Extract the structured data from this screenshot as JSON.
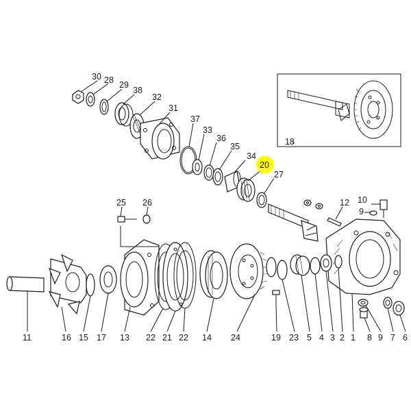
{
  "callouts": {
    "p1": "1",
    "p2": "2",
    "p3": "3",
    "p4": "4",
    "p5": "5",
    "p6": "6",
    "p7": "7",
    "p8": "8",
    "p9a": "9",
    "p9b": "9",
    "p10": "10",
    "p11": "11",
    "p12": "12",
    "p13": "13",
    "p14": "14",
    "p15": "15",
    "p16": "16",
    "p17": "17",
    "p18": "18",
    "p19": "19",
    "p20": "20",
    "p21": "21",
    "p22a": "22",
    "p22b": "22",
    "p23": "23",
    "p24": "24",
    "p25": "25",
    "p26": "26",
    "p27": "27",
    "p28": "28",
    "p29": "29",
    "p30": "30",
    "p31": "31",
    "p32": "32",
    "p33": "33",
    "p34": "34",
    "p35": "35",
    "p36": "36",
    "p37": "37",
    "p38": "38"
  },
  "highlight": {
    "part": "20",
    "color": "#ffff00"
  }
}
